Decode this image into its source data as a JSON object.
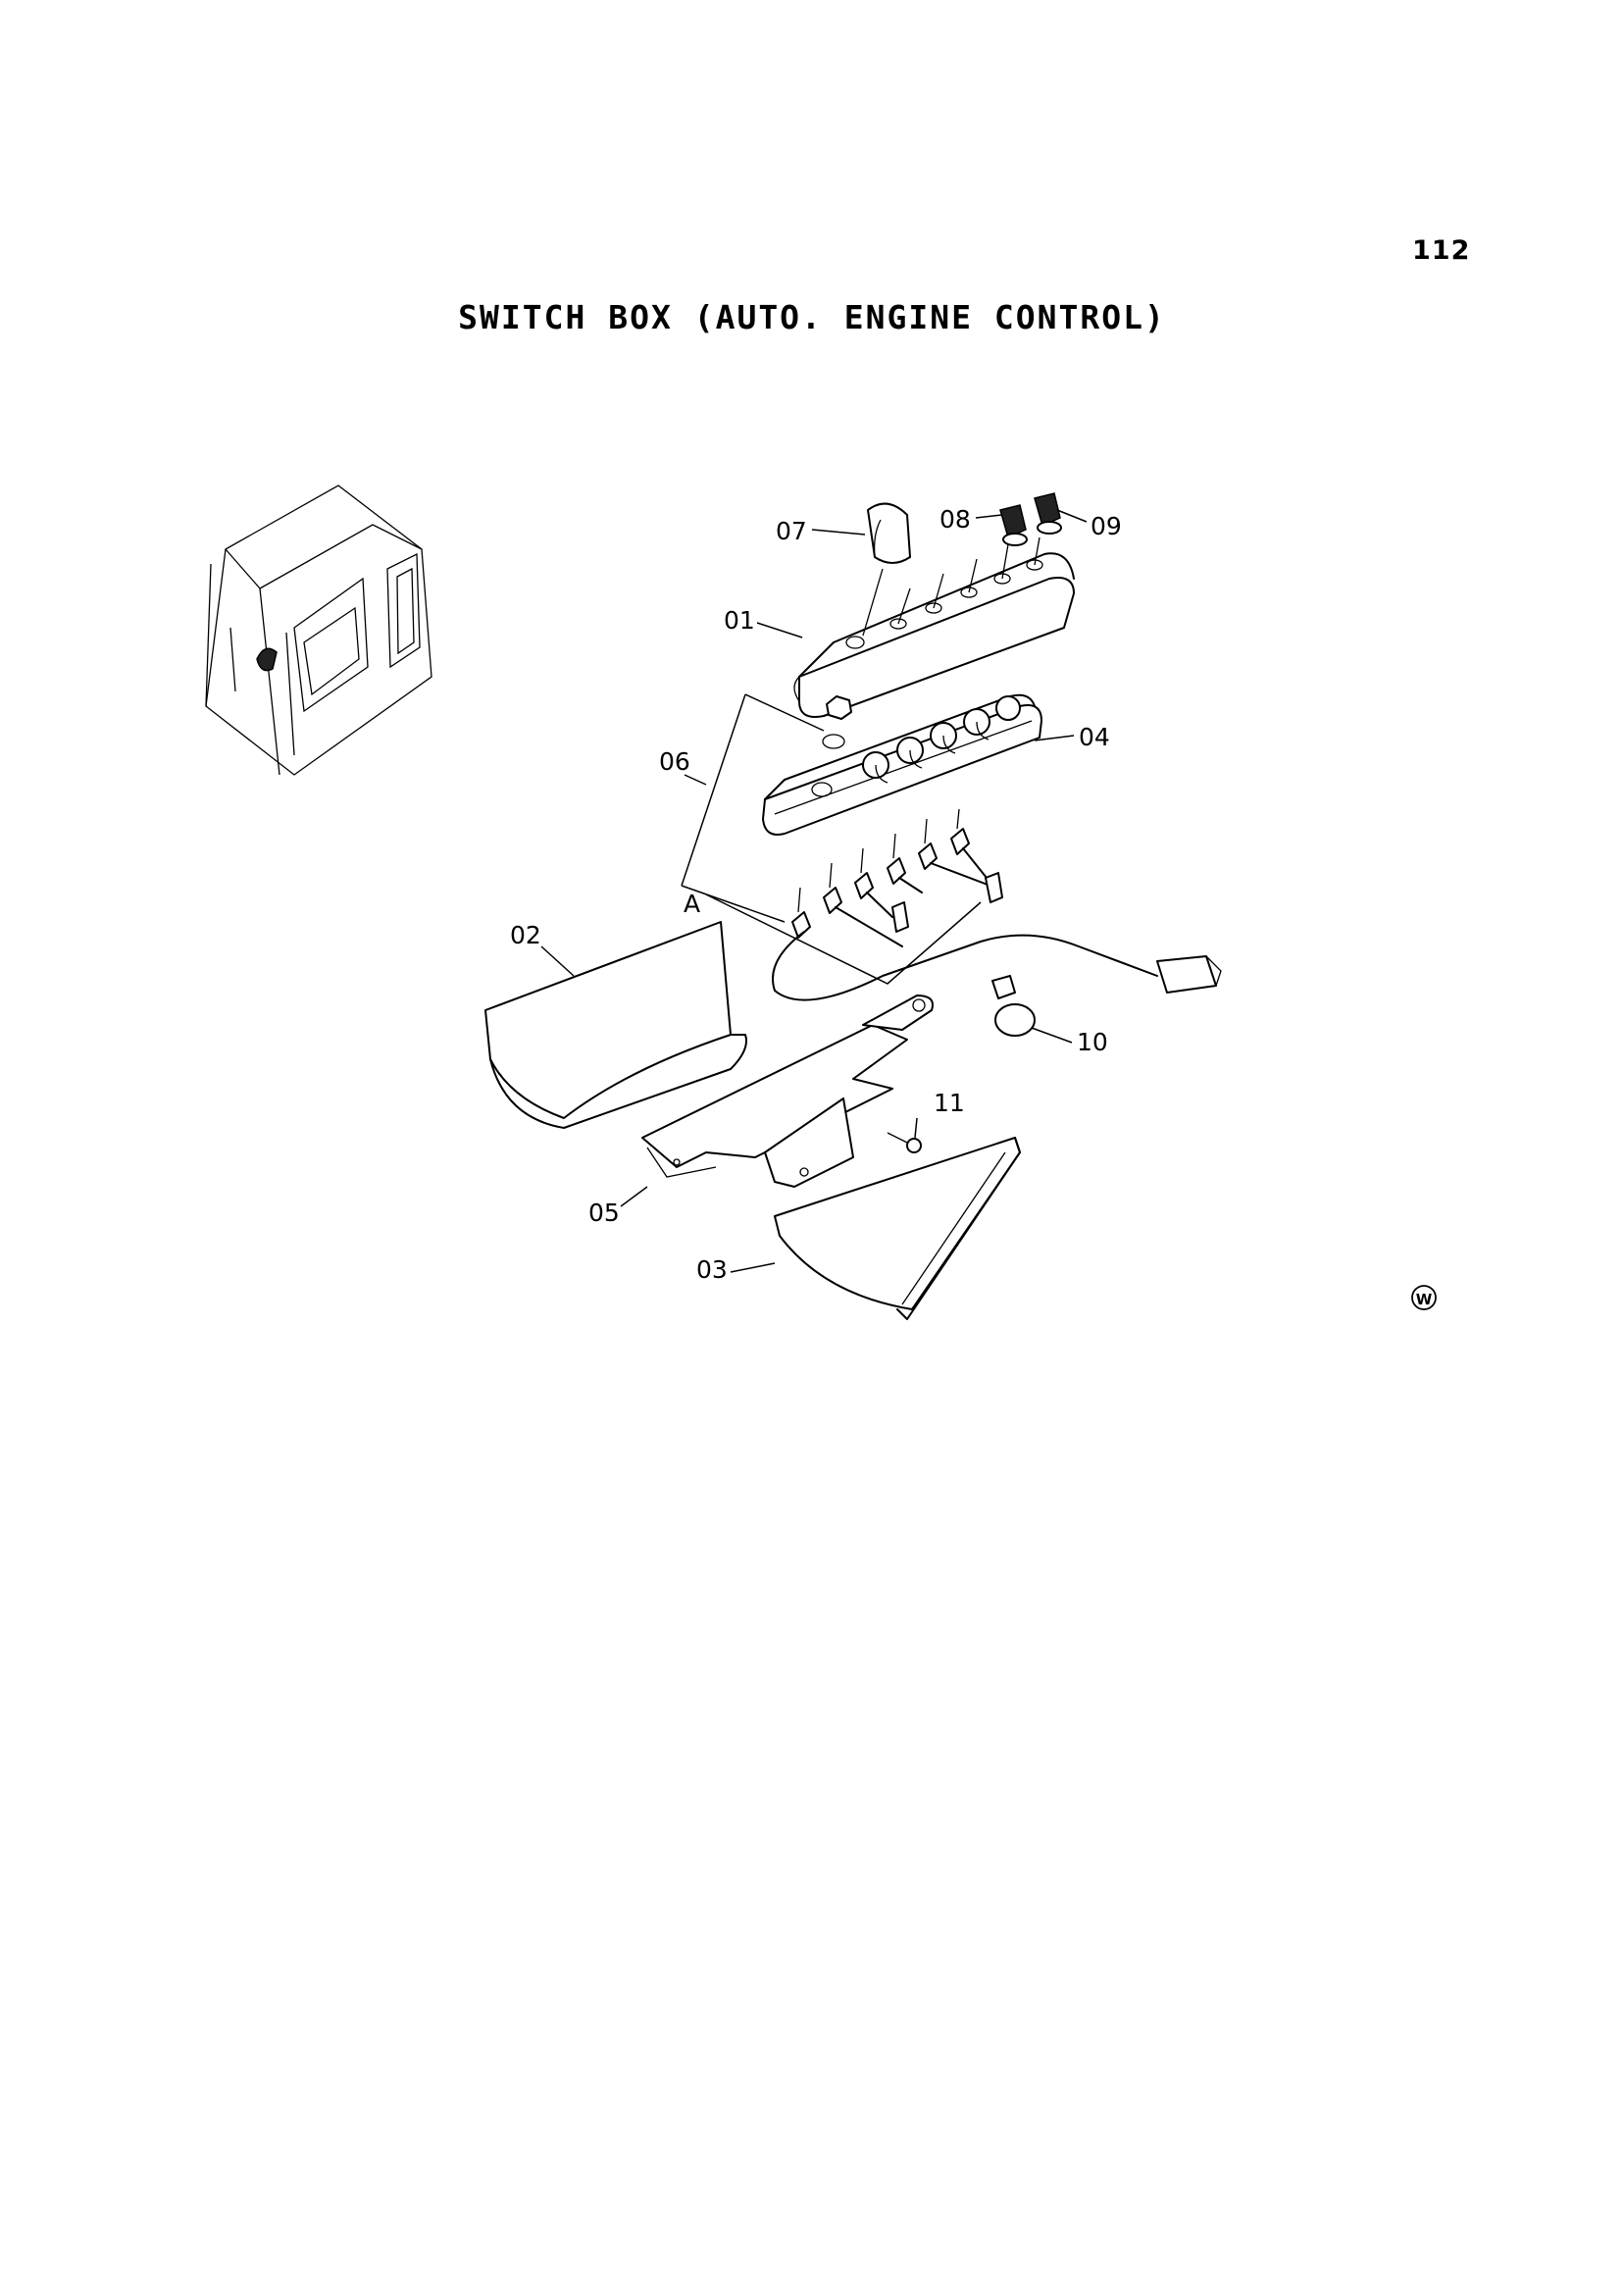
{
  "page": {
    "number": "112",
    "title": "SWITCH BOX (AUTO. ENGINE CONTROL)"
  },
  "callouts": {
    "p01": "01",
    "p02": "02",
    "p03": "03",
    "p04": "04",
    "p05": "05",
    "p06": "06",
    "p07": "07",
    "p08": "08",
    "p09": "09",
    "p10": "10",
    "p11": "11",
    "detail_a": "A"
  },
  "mark": "W",
  "icons": [
    "cab-locator-icon",
    "w-mark-icon"
  ]
}
